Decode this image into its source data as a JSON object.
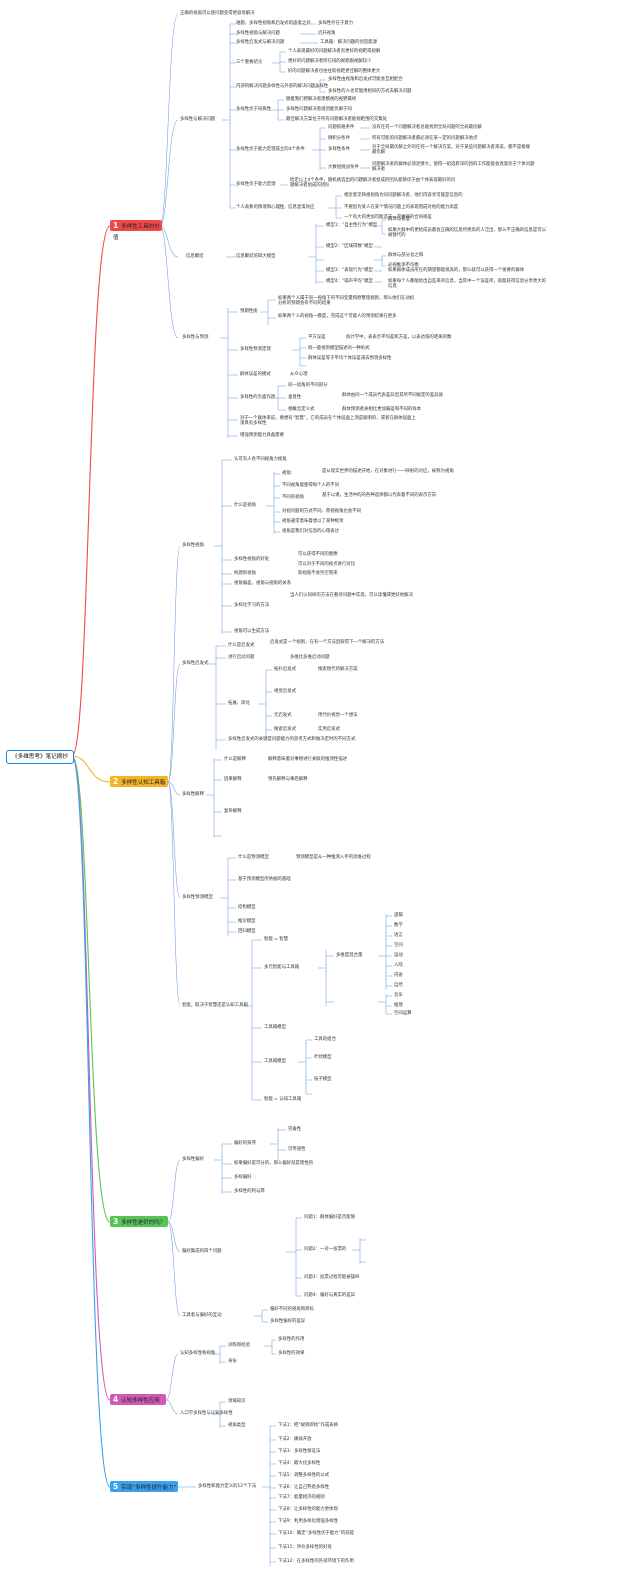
{
  "title": "《多维思考》笔记摘抄",
  "colors": {
    "root_border": "#1e88e5",
    "b1": "#f04848",
    "b2": "#f4b428",
    "b3": "#58c458",
    "b4": "#d05ab8",
    "b5": "#3aa0f0",
    "line": "#5a8fd8"
  },
  "main": [
    {
      "num": "1",
      "label": "多样性工具的价值"
    },
    {
      "num": "2",
      "label": "多样性认知工具箱"
    },
    {
      "num": "3",
      "label": "多样性是好的吗？"
    },
    {
      "num": "4",
      "label": "认知多样性应用"
    },
    {
      "num": "5",
      "label": "实现“多样性提升能力”"
    }
  ],
  "b1": [
    "正确的视角可以使问题变得更容易解决",
    "多样性与解决问题",
    "难题，多样性视角和启发式的思考之外",
    "多样性存在于意力",
    "多样性视角与解决问题",
    "启升视角",
    "多样性启发式与解决问题",
    "工具箱：解决问题的创造能源",
    "三个重要结论",
    "个人表现最好的问题解决者有更好的视距或视解",
    "更好的问题解决者所在排的视距跟视解较少",
    "好的问题解决者也往往就视距更佳解的整体更大",
    "内部的解决问题多样性与外部的解决问题多样性",
    "多样性由视角和启发式可能会互相配合",
    "多样性的人也可能用相同的方式去解决问题",
    "多样性优于同质性",
    "随着我们把解决者建模视的视野最终",
    "多样性问题解决者组团能优解于同",
    "最佳解决方案位于所有问题解决者能视距围的交集处",
    "多样性优于能力定理成立的4个条件",
    "问题很难条件",
    "没有任何一个问题解决者总能找到全局问题的全局最优解",
    "微积分条件",
    "所有可能的问题解决者都必须在某一定的问题解决地点",
    "多样性条件",
    "对于全局最优解之外的任何一个解决方案，对于某些问题解决者来说，都不是极端最优解",
    "大数组挑战条件",
    "问题解决者的群体必须足够大，使得一组选修深的团的工作能能会逐渐优于个体问题解决者",
    "多样性优于能力定理",
    "给定以上4个条件，随机挑选出的问题解决者组成的团队能够优于由个体表现最好的问题解决者组成的团队",
    "个人表象的情境和心理性",
    "信息混淆效应",
    "相近意见和视视角为同问题解决者，他们内容享可能是信息的",
    "不要因为某人在某个情况问题上的表现而成对他的能力高度",
    "一个有大的更加可能造于一次更所的合同视差",
    "信息聚结",
    "信息聚结的四大模型",
    "模型1：“自主性行为”模型",
    "群体与智慧",
    "如果大群中的更给成员都会正确的信息所更高的人泛出，那么不正确的信息是可以被替代的",
    "模型2：“区域得数”模型",
    "群体与部分总之和",
    "必视推测不均衡",
    "模型3：“表现行为”模型",
    "如果群体成员所在的期望都能很高的，那么就可以获得一个很要的群体",
    "模型4：“噪声平均”模型",
    "如果每个人都能给出自些来的信息，当其中一个误差项，就能获得信息分享更大的信息",
    "多样性与预测",
    "预期性质",
    "如果两个人属于同一视角下的不同变量和原整理规则，那么他们在动机分析的预期会有不同的结果",
    "如果两个人的视角一模度，完成这个可能人的预测结果在更多",
    "多样性预测定理",
    "平方误差",
    "统计学中，表表示平均差和方差，以表达值的距离的数",
    "统一能视到模型描述的一种形式",
    "群体误差等于平均个体误差减去预测多样性",
    "群体误差的模式",
    "从众心理",
    "多样性的负面作用",
    "同一组角的不同部分",
    "垂直性",
    "群体由同一个成员代表差异后其所不同规定的差异质",
    "相概念定义式",
    "群体预测者关相比更加偏差和不同的样本",
    "对于一个群体来说，要想有“智慧”，它的成员在个体层面上须是聪明的，或者在群体层面上须具有多样性",
    "增强预测能力具备需要"
  ],
  "b2": [
    "多样性视角",
    "认可有人各不同视角力视角",
    "什么是视角",
    "视角：",
    "是从现实世界的描述开始，在对象进行一一映射的对应，被称为视角",
    "不同视角能使得每个人的不同",
    "不同的视角",
    "基于以诸，生活中的的各种选择都以代表着不同的表示方向",
    "对视问题的方式不同，而视视角也会不同",
    "视角通常意味着想以了某种框架",
    "视角是我们对信息的心理表达",
    "多样性视角的好处",
    "可以获得不同的图像",
    "可以对于不同的视点进行对比",
    "构建新视角",
    "新视角不会凭空而来",
    "视角偏差，视角与视角的关系",
    "多样化学习的方法",
    "当人们以同样的方法在看待问题中实现，可以读懂或更好地解决",
    "视角可以生成方法",
    "多样性启发式",
    "什么是启发式",
    "启发式是一个规则，在有一个方法后取得下一个解决的方法",
    "进行启动问题",
    "多维比多维启动问题",
    "拓展、简化",
    "拓扑启发式",
    "搜索替代的解决方案",
    "视觉启发式",
    "元启发式",
    "用代价视觉一个想法",
    "搜索启发式",
    "实用启发式",
    "多样性启发式的关键是问题能力的思考方式和做决定时的不同方式",
    "多样性解释",
    "什么是解释",
    "解释意味着对事物进行关联的推测性描述",
    "因果解释",
    "预先解释与事后解释",
    "复杂解释",
    "多样性预测模型",
    "什么是预测模型",
    "预测模型是从一种推测入手的思维过程",
    "基于预测模型所依据的基础",
    "结构模型",
    "推论模型",
    "回归模型",
    "智能，取决于智慧还是认知工具箱",
    "智能 = 智慧",
    "多元智能与工具箱",
    "工具箱模型",
    "多维度混合量",
    "逻辑",
    "数学",
    "语言",
    "空间",
    "运动",
    "人际",
    "内省",
    "自然",
    "音乐",
    "推理",
    "空间运算",
    "工具的组合",
    "叶状模型",
    "枝子模型",
    "工具箱模型",
    "智能 = 认知工具箱"
  ],
  "b3": [
    "多样性偏好",
    "偏好的排序",
    "完备性",
    "可传递性",
    "如果偏好是可分的，那么偏好就是理性的",
    "多样偏好",
    "多样性的利与弊",
    "偏好集成的四个问题",
    "问题1：群体偏好是否能够",
    "问题2：一对一投票的",
    "问题3：投票过程可能被操纵",
    "问题4：偏好与真实的差异",
    "工具者与偏好的互动",
    "偏好不同的视角和目标",
    "多样性偏好的差异"
  ],
  "b4": [
    "认知多样性和视角",
    "训练和经验",
    "身份",
    "人口学多样性与认知多样性",
    "领域知识",
    "视角类型",
    "多样性的作用",
    "多样性的效果"
  ],
  "b5": [
    "多样性和能力定义的12个下法",
    "下法1：把“规则即找”作成表格",
    "下法2：确保开放",
    "下法3：多样性保证法",
    "下法4：最大化多样性",
    "下法5：调整多样性的公式",
    "下法6：让自己熟悉多样性",
    "下法7：能量相济的规则",
    "下法8：让多样性的能力更体现",
    "下法9：利用多样化增强多样性",
    "下法10：确定“多样性优于能力”的前提",
    "下法11：评价多样性的好处",
    "下法12：在多样性的外部环境下的作用"
  ]
}
